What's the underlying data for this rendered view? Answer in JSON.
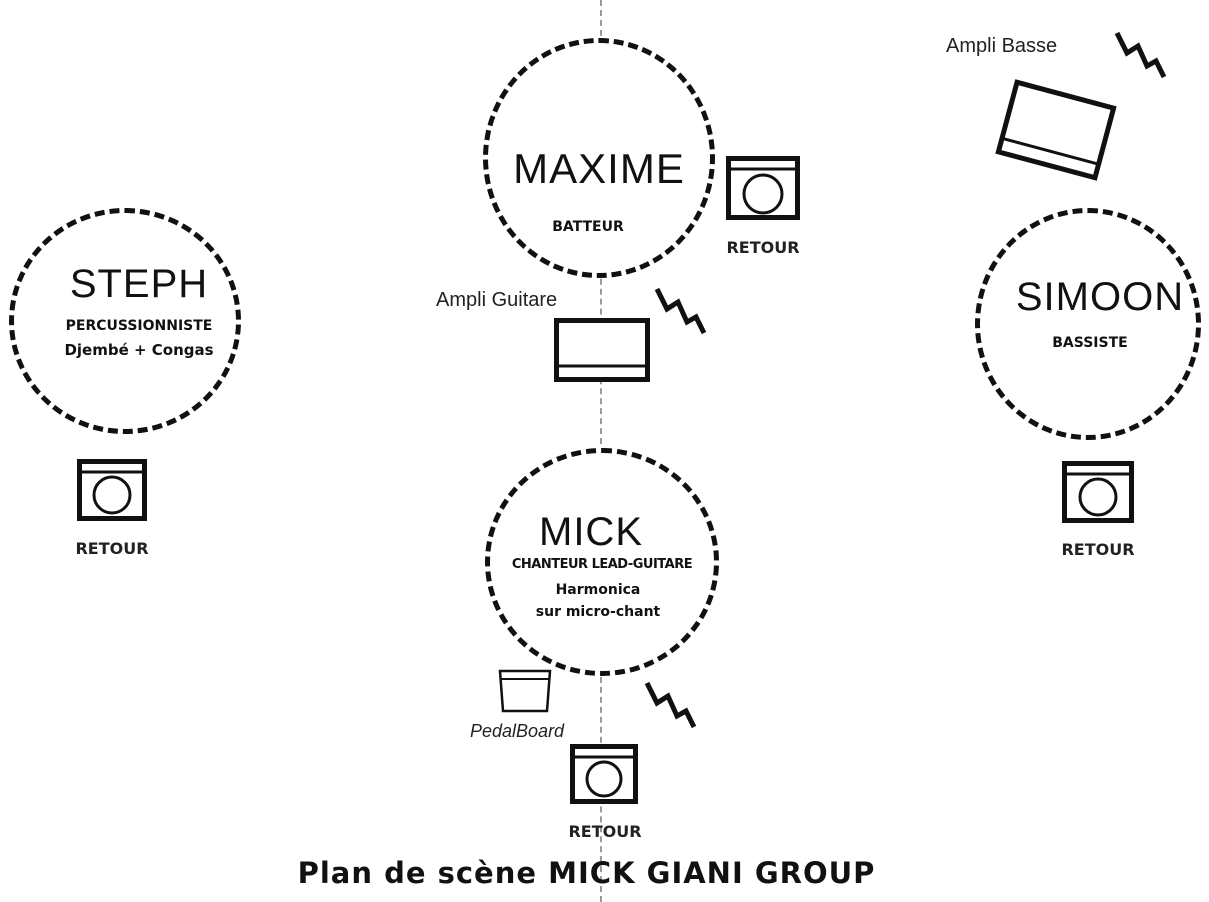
{
  "musicians": {
    "maxime": {
      "name": "MAXIME",
      "role": "BATTEUR"
    },
    "steph": {
      "name": "STEPH",
      "role": "PERCUSSIONNISTE",
      "detail": "Djembé + Congas"
    },
    "simoon": {
      "name": "SIMOON",
      "role": "BASSISTE"
    },
    "mick": {
      "name": "MICK",
      "role": "CHANTEUR LEAD-GUITARE",
      "detail_line1": "Harmonica",
      "detail_line2": "sur micro-chant"
    }
  },
  "equipment": {
    "ampli_basse": "Ampli Basse",
    "ampli_guitare": "Ampli Guitare",
    "pedalboard": "PedalBoard",
    "retour_label": "RETOUR"
  },
  "title": "Plan de scène MICK GIANI GROUP",
  "icons": {
    "monitor": "monitor-wedge-icon",
    "amp": "amplifier-icon",
    "power": "power-lightning-icon",
    "pedalboard": "pedalboard-icon"
  },
  "colors": {
    "ink": "#111111",
    "centerline": "#9a9a9a",
    "background": "#ffffff"
  }
}
